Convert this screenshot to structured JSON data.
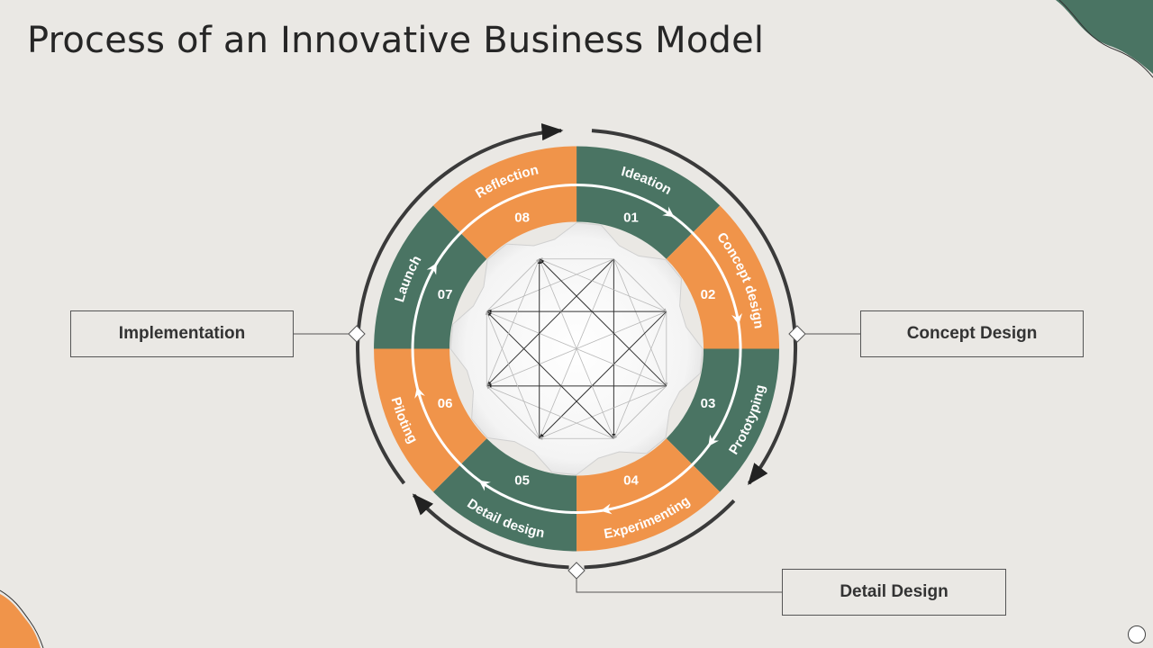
{
  "title": "Process of an Innovative Business Model",
  "colors": {
    "green": "#4a7463",
    "orange": "#f0944a",
    "background": "#eae8e4",
    "ring": "#3a3a3a"
  },
  "phases": {
    "implementation": "Implementation",
    "concept_design": "Concept Design",
    "detail_design": "Detail Design"
  },
  "stages": [
    {
      "number": "01",
      "label": "Ideation",
      "color": "green"
    },
    {
      "number": "02",
      "label": "Concept design",
      "color": "orange"
    },
    {
      "number": "03",
      "label": "Prototyping",
      "color": "green"
    },
    {
      "number": "04",
      "label": "Experimenting",
      "color": "orange"
    },
    {
      "number": "05",
      "label": "Detail design",
      "color": "green"
    },
    {
      "number": "06",
      "label": "Piloting",
      "color": "orange"
    },
    {
      "number": "07",
      "label": "Launch",
      "color": "green"
    },
    {
      "number": "08",
      "label": "Reflection",
      "color": "orange"
    }
  ]
}
